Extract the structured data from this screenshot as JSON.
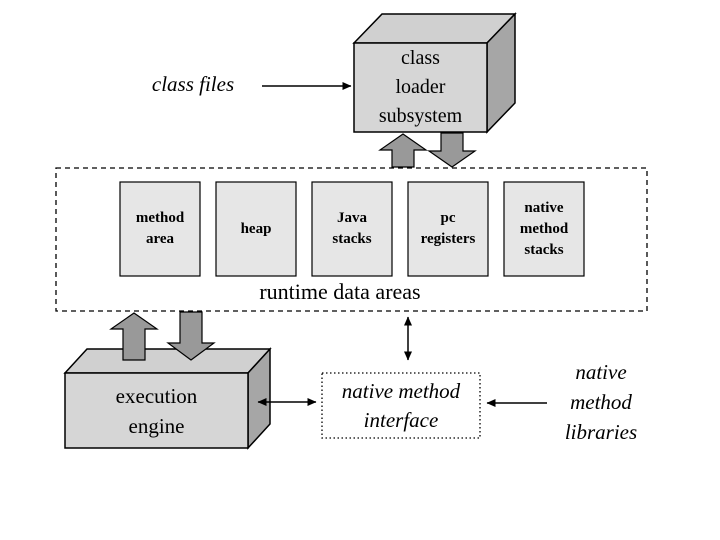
{
  "diagram": {
    "labels": {
      "class_files": "class files",
      "class_loader_subsystem": "class\nloader\nsubsystem",
      "runtime_data_areas": "runtime data areas",
      "method_area": "method\narea",
      "heap": "heap",
      "java_stacks": "Java\nstacks",
      "pc_registers": "pc\nregisters",
      "native_method_stacks": "native\nmethod\nstacks",
      "execution_engine": "execution\nengine",
      "native_method_interface": "native method\ninterface",
      "native_method_libraries": "native\nmethod\nlibraries"
    },
    "arrows": {
      "class_files_to_loader": "single-headed right",
      "loader_runtime_up": "block arrow up",
      "loader_runtime_down": "block arrow down",
      "runtime_engine_up": "block arrow up",
      "runtime_engine_down": "block arrow down",
      "runtime_to_interface": "double-headed vertical",
      "engine_to_interface": "double-headed horizontal",
      "libraries_to_interface": "single-headed left"
    },
    "colors": {
      "background": "#ffffff",
      "flat_box_fill": "#e6e6e6",
      "face_front": "#d6d6d6",
      "face_top": "#d0d0d0",
      "face_side": "#a6a6a6",
      "block_arrow_fill": "#999999",
      "line_color": "#000000"
    }
  }
}
